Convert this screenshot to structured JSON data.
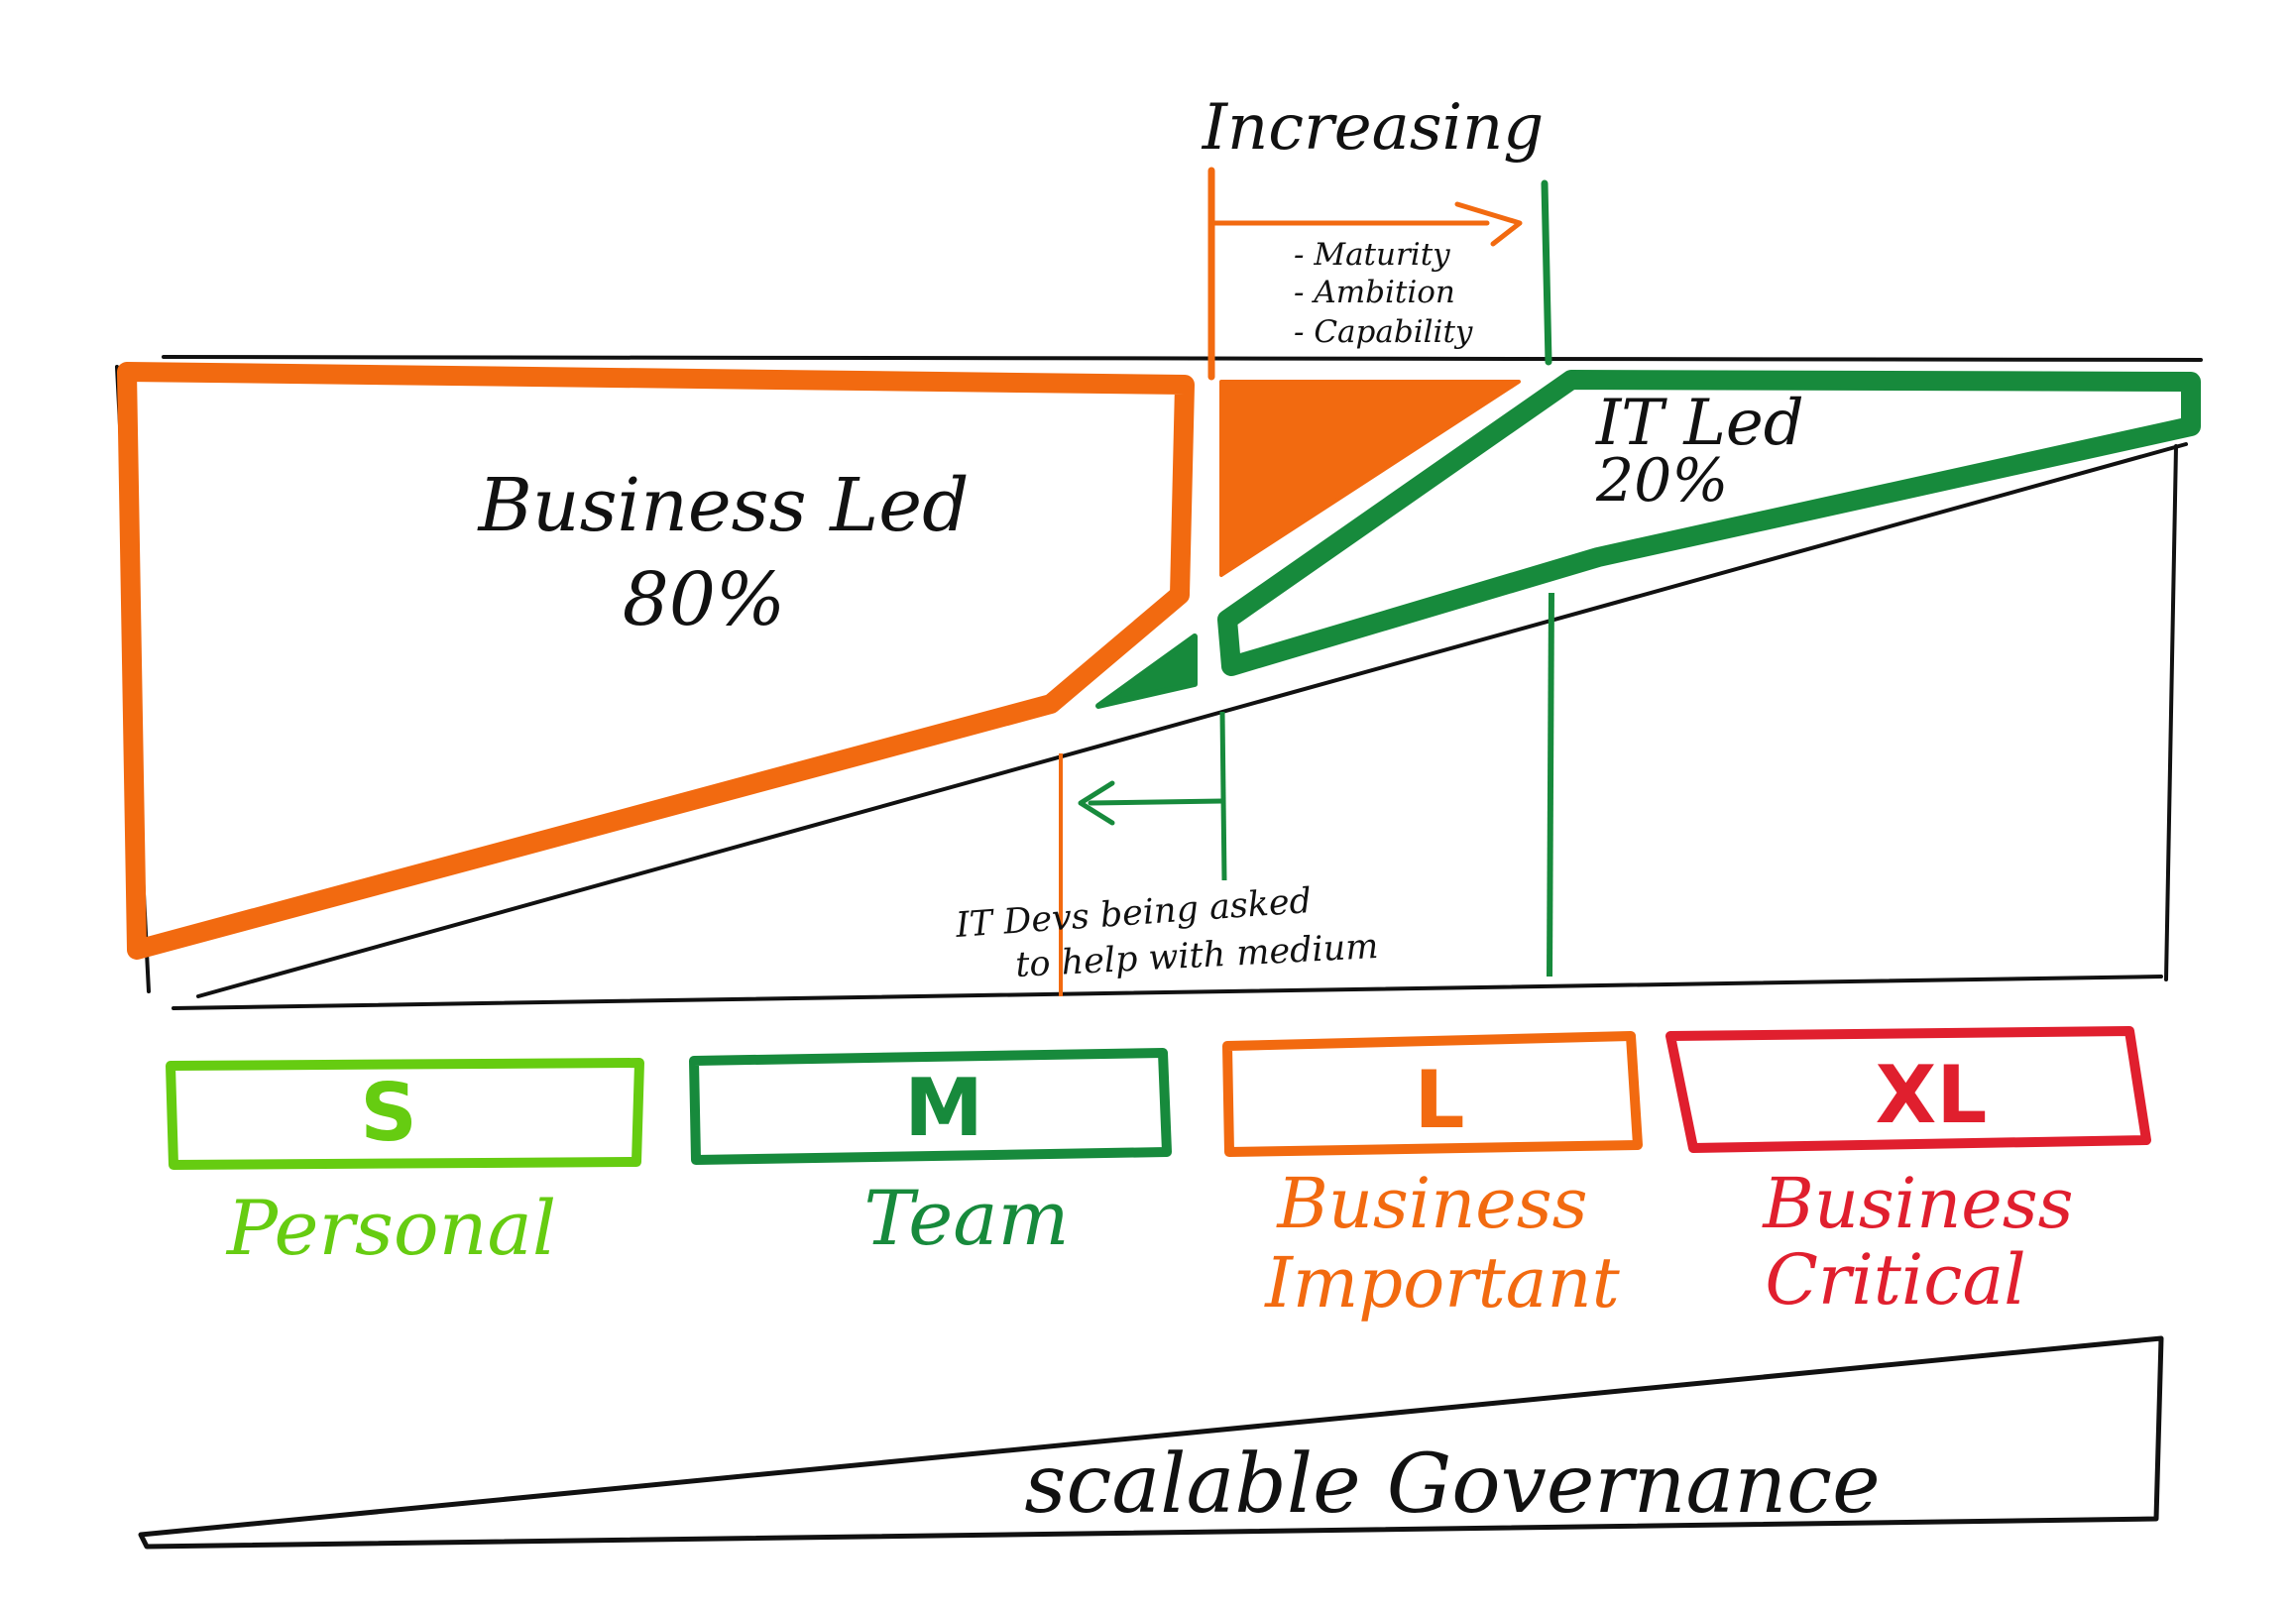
{
  "colors": {
    "ink": "#111111",
    "orange": "#f26a10",
    "dark_green": "#178a3c",
    "light_green": "#66cc11",
    "red": "#e01f2e"
  },
  "top_annotation": {
    "title": "Increasing",
    "items": [
      "- Maturity",
      "- Ambition",
      "- Capability"
    ]
  },
  "business_led": {
    "label": "Business Led",
    "percent": "80%"
  },
  "it_led": {
    "label": "IT Led",
    "percent": "20%"
  },
  "it_devs_note": {
    "line1": "IT Devs being asked",
    "line2": "to help with medium"
  },
  "sizes": [
    {
      "letter": "S",
      "caption_lines": [
        "Personal"
      ],
      "color": "#66cc11"
    },
    {
      "letter": "M",
      "caption_lines": [
        "Team"
      ],
      "color": "#178a3c"
    },
    {
      "letter": "L",
      "caption_lines": [
        "Business",
        "Important"
      ],
      "color": "#f26a10"
    },
    {
      "letter": "XL",
      "caption_lines": [
        "Business",
        "Critical"
      ],
      "color": "#e01f2e"
    }
  ],
  "governance": {
    "label": "scalable Governance"
  }
}
